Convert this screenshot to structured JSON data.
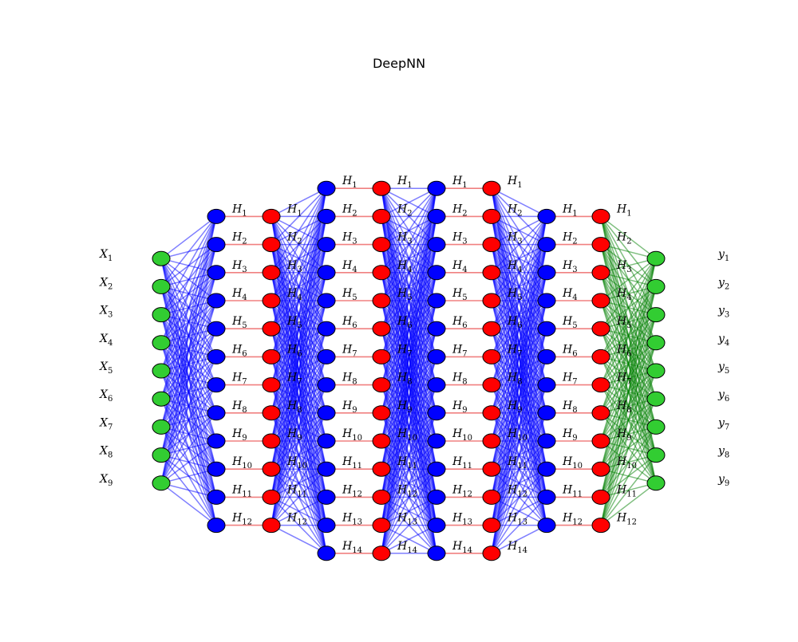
{
  "title": "DeepNN",
  "colors": {
    "input_node": "#32cd32",
    "output_node": "#32cd32",
    "blue_node": "#0000ff",
    "red_node": "#ff0000",
    "node_stroke": "#000000",
    "blue_edge": "#0000ff",
    "green_edge": "#008000",
    "red_edge": "#f08080"
  },
  "layers": [
    {
      "id": "input",
      "kind": "input",
      "nodes": 9,
      "color": "input_node",
      "label_prefix": "X",
      "label_side": "left"
    },
    {
      "id": "h1",
      "kind": "hidden",
      "nodes": 12,
      "color": "blue_node",
      "label_prefix": "H"
    },
    {
      "id": "h1b",
      "kind": "hidden",
      "nodes": 12,
      "color": "red_node",
      "label_prefix": "H"
    },
    {
      "id": "h2",
      "kind": "hidden",
      "nodes": 14,
      "color": "blue_node",
      "label_prefix": "H"
    },
    {
      "id": "h2b",
      "kind": "hidden",
      "nodes": 14,
      "color": "red_node",
      "label_prefix": "H"
    },
    {
      "id": "h3",
      "kind": "hidden",
      "nodes": 14,
      "color": "blue_node",
      "label_prefix": "H"
    },
    {
      "id": "h3b",
      "kind": "hidden",
      "nodes": 14,
      "color": "red_node",
      "label_prefix": "H"
    },
    {
      "id": "h4",
      "kind": "hidden",
      "nodes": 12,
      "color": "blue_node",
      "label_prefix": "H"
    },
    {
      "id": "h4b",
      "kind": "hidden",
      "nodes": 12,
      "color": "red_node",
      "label_prefix": "H"
    },
    {
      "id": "output",
      "kind": "output",
      "nodes": 9,
      "color": "output_node",
      "label_prefix": "y",
      "label_side": "right"
    }
  ],
  "connections": [
    {
      "from": 0,
      "to": 1,
      "type": "dense",
      "color": "blue_edge"
    },
    {
      "from": 1,
      "to": 2,
      "type": "one_to_one",
      "color": "red_edge"
    },
    {
      "from": 2,
      "to": 3,
      "type": "dense",
      "color": "blue_edge"
    },
    {
      "from": 3,
      "to": 4,
      "type": "one_to_one",
      "color": "red_edge"
    },
    {
      "from": 4,
      "to": 5,
      "type": "dense",
      "color": "blue_edge"
    },
    {
      "from": 5,
      "to": 6,
      "type": "one_to_one",
      "color": "red_edge"
    },
    {
      "from": 6,
      "to": 7,
      "type": "dense",
      "color": "blue_edge"
    },
    {
      "from": 7,
      "to": 8,
      "type": "one_to_one",
      "color": "red_edge"
    },
    {
      "from": 8,
      "to": 9,
      "type": "dense",
      "color": "green_edge"
    }
  ]
}
